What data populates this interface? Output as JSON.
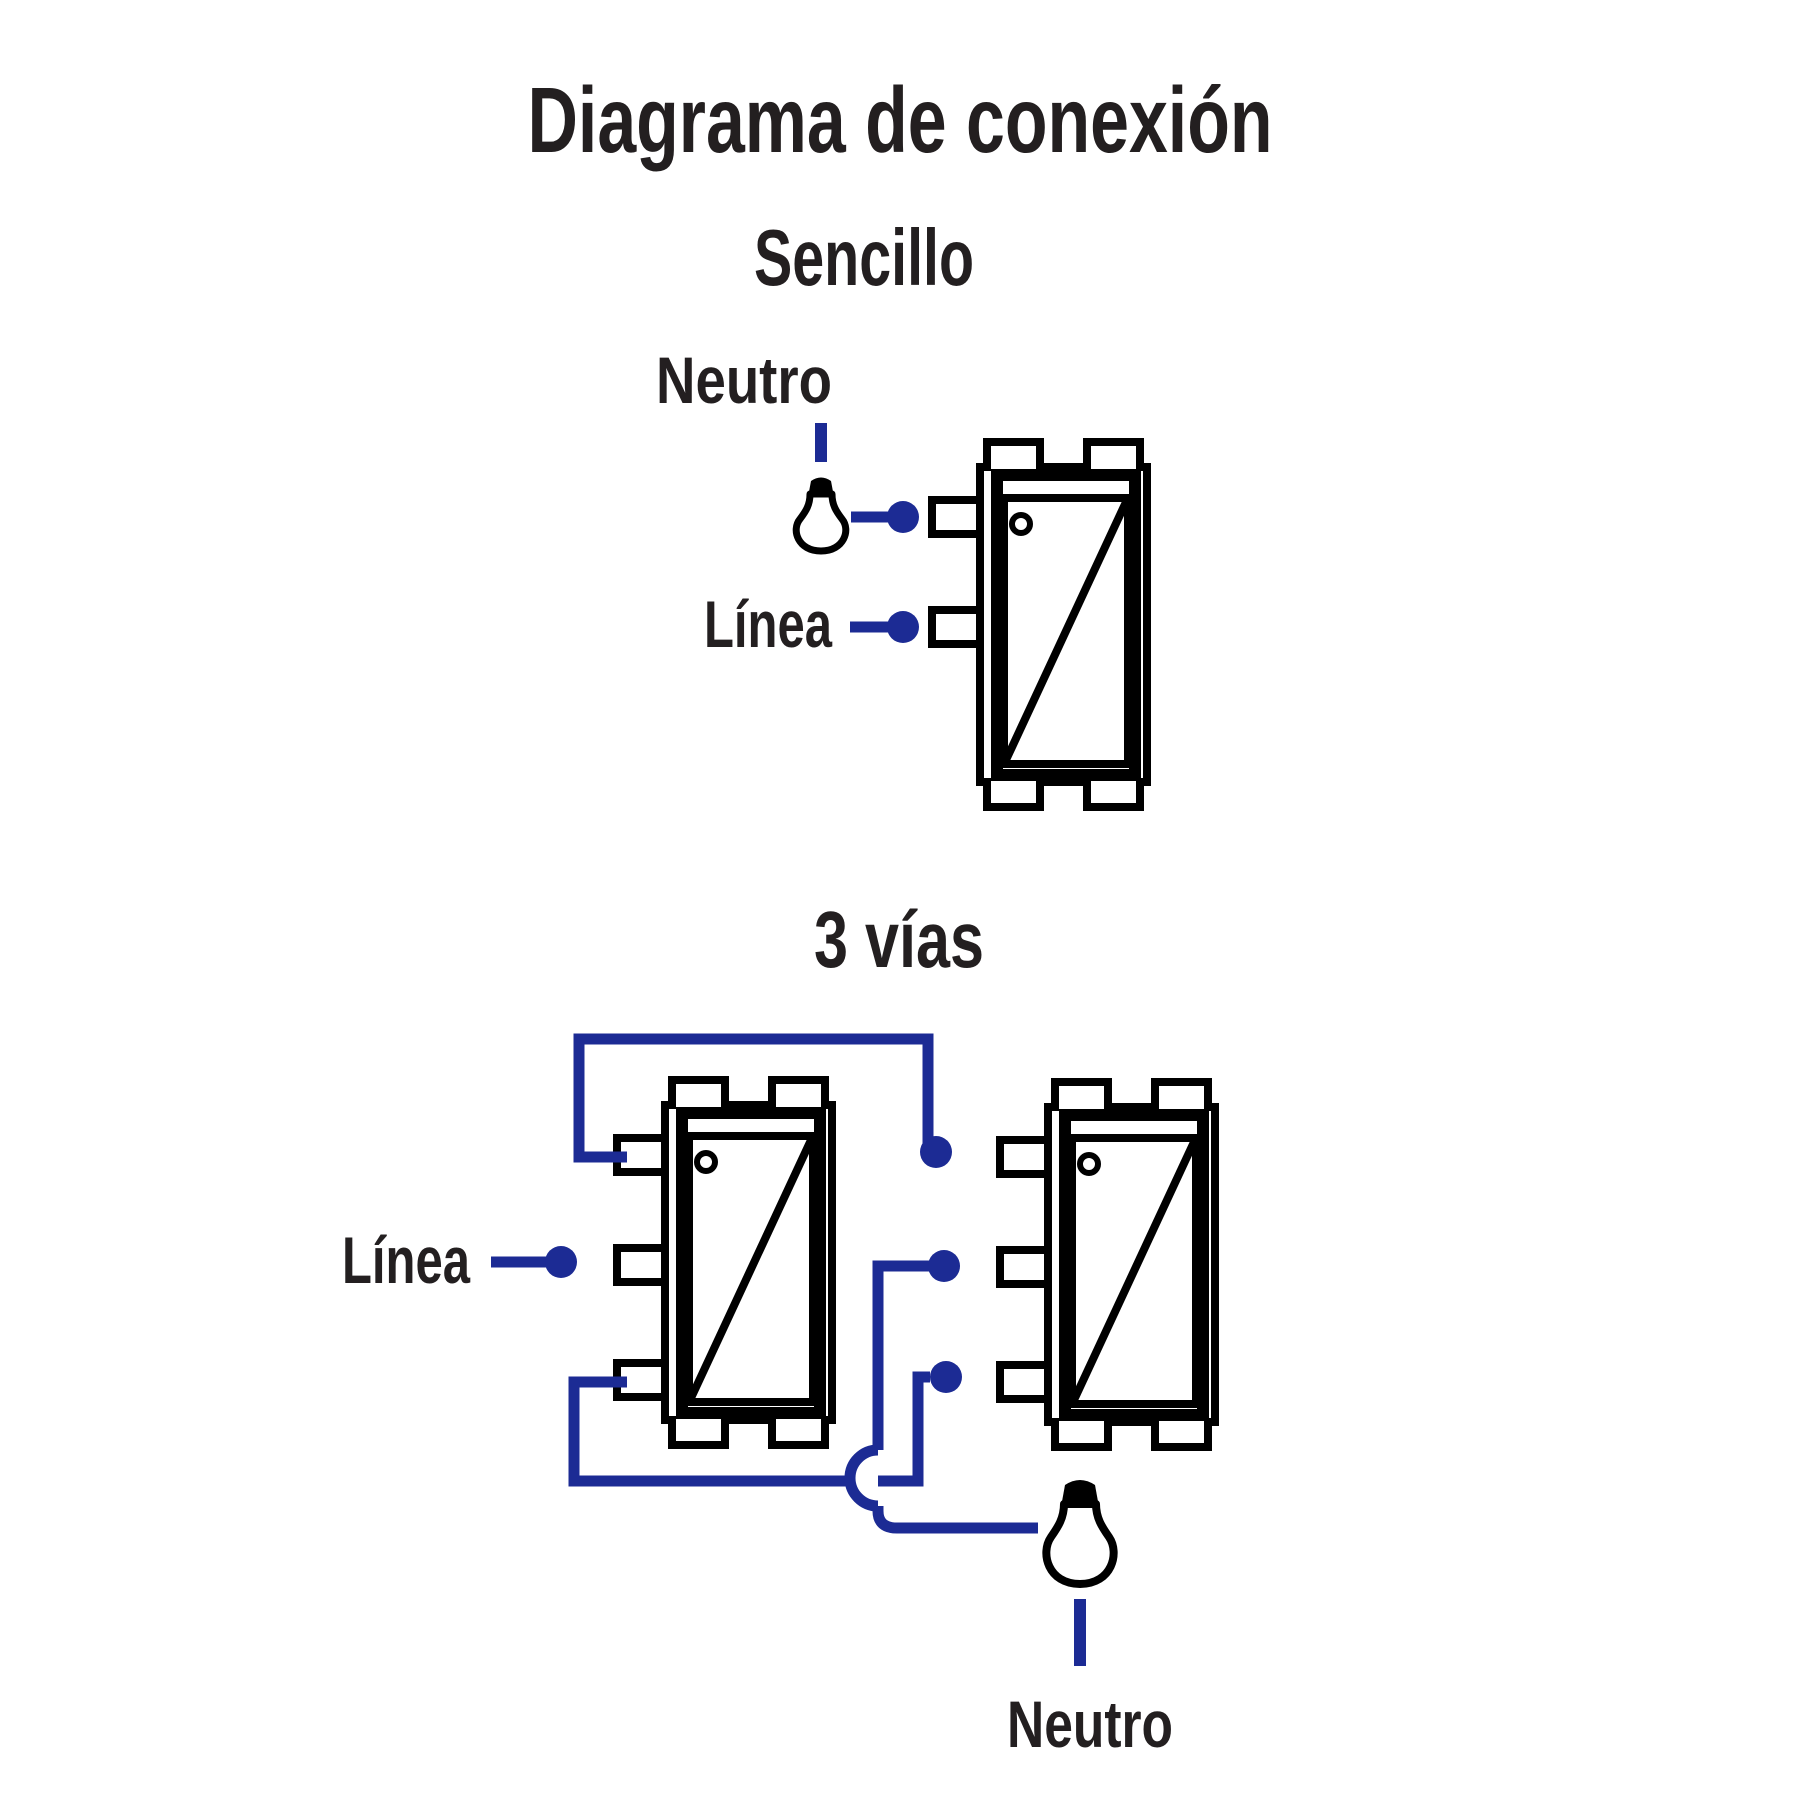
{
  "title": "Diagrama de conexión",
  "sections": {
    "sencillo": {
      "heading": "Sencillo",
      "labels": {
        "neutro": "Neutro",
        "linea": "Línea"
      }
    },
    "tres_vias": {
      "heading": "3 vías",
      "labels": {
        "linea": "Línea",
        "neutro": "Neutro"
      }
    }
  },
  "colors": {
    "wire": "#1c2b94",
    "outline": "#000000",
    "text": "#231f20",
    "background": "#ffffff"
  },
  "icons": {
    "bulb": "light-bulb-icon",
    "switch": "rocker-switch-icon",
    "dot": "wire-connection-dot",
    "wire_hop": "wire-crossover-hop"
  }
}
